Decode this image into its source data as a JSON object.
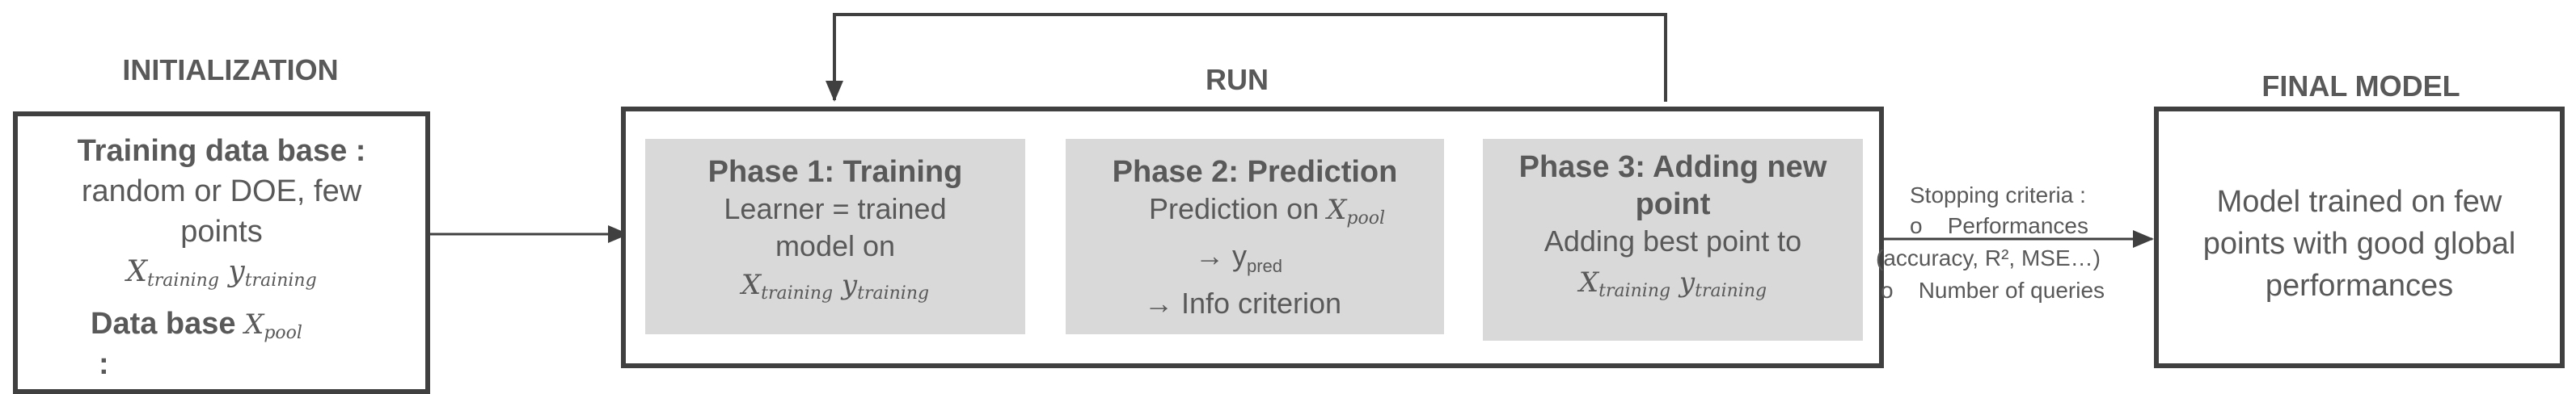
{
  "initialization": {
    "header": "INITIALIZATION",
    "line1": "Training data base :",
    "line2": "random or DOE, few",
    "line3": "points",
    "x_training_var": "X",
    "x_training_sub": "training",
    "y_training_var": "y",
    "y_training_sub": "training",
    "pool_label": "Data base",
    "pool_var": "X",
    "pool_sub": "pool",
    "trailing_mark": ":"
  },
  "run": {
    "header": "RUN",
    "phase1": {
      "title": "Phase 1: Training",
      "line1": "Learner = trained",
      "line2": "model on",
      "x_var": "X",
      "x_sub": "training",
      "y_var": "y",
      "y_sub": "training"
    },
    "phase2": {
      "title": "Phase 2: Prediction",
      "line1": "Prediction on",
      "pool_var": "X",
      "pool_sub": "pool",
      "arrow1": "→ y",
      "pred_sub": "pred",
      "arrow2": "→ Info criterion"
    },
    "phase3": {
      "title_line1": "Phase 3: Adding new",
      "title_line2": "point",
      "line1": "Adding best point to",
      "x_var": "X",
      "x_sub": "training",
      "y_var": "y",
      "y_sub": "training"
    }
  },
  "stopping": {
    "title": "Stopping criteria :",
    "bullet1": "o    Performances",
    "detail": "(accuracy, R², MSE…)",
    "bullet2": "o    Number of queries"
  },
  "final": {
    "header": "FINAL MODEL",
    "line1": "Model trained on few",
    "line2": "points with good global",
    "line3": "performances"
  },
  "colors": {
    "border": "#404040",
    "phase_fill": "#d9d9d9",
    "text": "#595959",
    "arrow": "#404040"
  }
}
